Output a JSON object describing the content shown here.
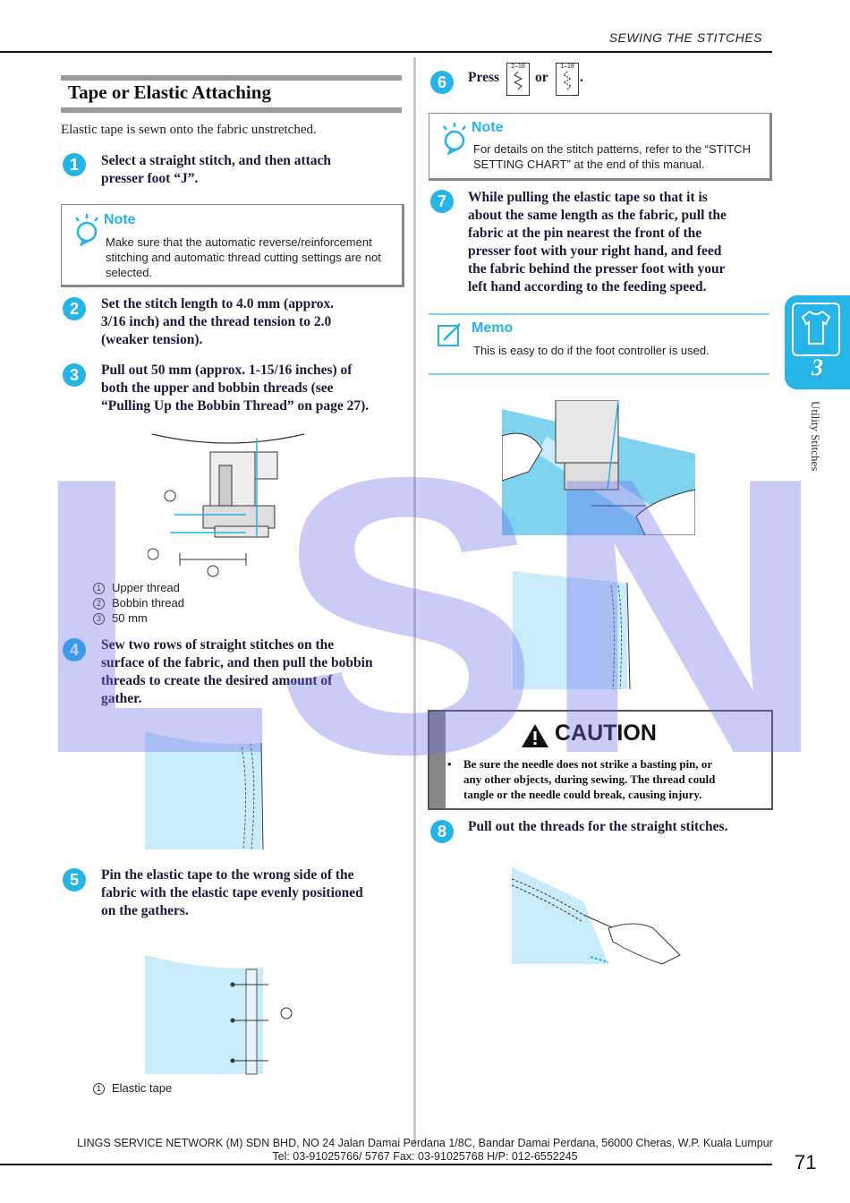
{
  "header": {
    "section": "SEWING THE STITCHES"
  },
  "title": "Tape or Elastic Attaching",
  "intro": "Elastic tape is sewn onto the fabric unstretched.",
  "steps": {
    "s1": {
      "num": "1",
      "line1": "Select a straight stitch, and then attach",
      "line2": "presser foot “J”."
    },
    "s2": {
      "num": "2",
      "line1": "Set the stitch length to 4.0 mm (approx.",
      "line2": "3/16 inch) and the thread tension to 2.0",
      "line3": "(weaker tension)."
    },
    "s3": {
      "num": "3",
      "line1": "Pull out 50 mm (approx. 1-15/16 inches) of",
      "line2": "both the upper and bobbin threads (see",
      "line3": "“Pulling Up the Bobbin Thread” on page 27)."
    },
    "s4": {
      "num": "4",
      "line1": "Sew two rows of straight stitches on the",
      "line2": "surface of the fabric, and then pull the bobbin",
      "line3": "threads to create the desired amount of",
      "line4": "gather."
    },
    "s5": {
      "num": "5",
      "line1": "Pin the elastic tape to the wrong side of the",
      "line2": "fabric with the elastic tape evenly positioned",
      "line3": "on the gathers."
    },
    "s6": {
      "num": "6",
      "press": "Press",
      "or": "or",
      "end": ".",
      "key1": "2–18",
      "key2": "1–18"
    },
    "s7": {
      "num": "7",
      "line1": "While pulling the elastic tape so that it is",
      "line2": "about the same length as the fabric, pull the",
      "line3": "fabric at the pin nearest the front of the",
      "line4": "presser foot with your right hand, and feed",
      "line5": "the fabric behind the presser foot with your",
      "line6": "left hand according to the feeding speed."
    },
    "s8": {
      "num": "8",
      "line1": "Pull out the threads for the straight stitches."
    }
  },
  "note1": {
    "title": "Note",
    "line1": "Make sure that the automatic reverse/reinforcement",
    "line2": "stitching and automatic thread cutting settings are not",
    "line3": "selected."
  },
  "note2": {
    "title": "Note",
    "line1": "For details on the stitch patterns, refer to the “STITCH",
    "line2": "SETTING CHART” at the end of this manual."
  },
  "memo": {
    "title": "Memo",
    "text": "This is easy to do if the foot controller is used."
  },
  "legend3": [
    {
      "mark": "1",
      "text": "Upper thread"
    },
    {
      "mark": "2",
      "text": "Bobbin thread"
    },
    {
      "mark": "3",
      "text": "50 mm"
    }
  ],
  "legend5": [
    {
      "mark": "1",
      "text": "Elastic tape"
    }
  ],
  "caution": {
    "title": "CAUTION",
    "bullet": "•",
    "line1": "Be sure the needle does not strike a basting pin, or",
    "line2": "any other objects, during sewing. The thread could",
    "line3": "tangle or the needle could break, causing injury."
  },
  "side_tab": {
    "chapter": "3",
    "label": "Utility Stitches"
  },
  "footer": {
    "line1": "LINGS SERVICE NETWORK (M) SDN BHD, NO 24 Jalan Damai Perdana 1/8C, Bandar Damai Perdana, 56000 Cheras, W.P. Kuala Lumpur",
    "line2": "Tel: 03-91025766/ 5767      Fax: 03-91025768      H/P: 012-6552245"
  },
  "page_number": "71",
  "watermark": "LSN",
  "colors": {
    "accent": "#25b4e6",
    "fabric": "#c9ecfa",
    "watermark": "#6b6bea"
  }
}
